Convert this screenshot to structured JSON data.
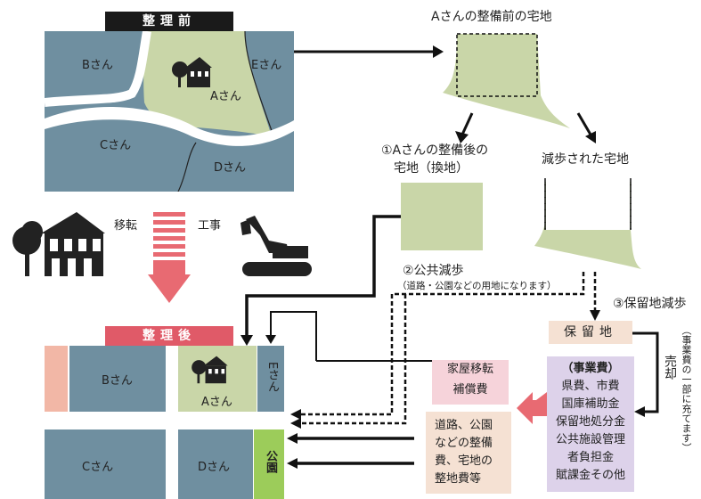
{
  "header_before": "整理前",
  "header_after": "整理後",
  "before": {
    "b": "Bさん",
    "a": "Aさん",
    "e": "Eさん",
    "c": "Cさん",
    "d": "Dさん"
  },
  "after": {
    "b": "Bさん",
    "a": "Aさん",
    "e": "Eさん",
    "c": "Cさん",
    "d": "Dさん",
    "park": "公園"
  },
  "top_title": "Aさんの整備前の宅地",
  "replotted_label": [
    "①Aさんの整備後の",
    "宅地（換地）"
  ],
  "reduced_label": "減歩された宅地",
  "public_reduction": "②公共減歩",
  "public_reduction_note": "（道路・公園などの用地になります）",
  "reserve_reduction": "③保留地減歩",
  "relocation": "移転",
  "construction": "工事",
  "reserve_land": "保留地",
  "sale": "売却",
  "sale_note": "（事業費の一部に充てます）",
  "project_cost_title": "（事業費）",
  "project_cost_items": [
    "県費、市費",
    "国庫補助金",
    "保留地処分金",
    "公共施設管理",
    "者負担金",
    "賦課金その他"
  ],
  "compensation": [
    "家屋移転",
    "補償費"
  ],
  "maintenance_cost": [
    "道路、公園",
    "などの整備",
    "費、宅地の",
    "整地費等"
  ],
  "colors": {
    "plot": "#6f8fa0",
    "a_plot": "#c9d6a8",
    "park": "#9ccc5a",
    "header_before": "#1a1a1a",
    "header_after": "#e05a68",
    "pink_box": "#f6d3da",
    "beige_box": "#f5e1d3",
    "purple_box": "#ddd2ea",
    "arrow_pink": "#e86a72"
  }
}
